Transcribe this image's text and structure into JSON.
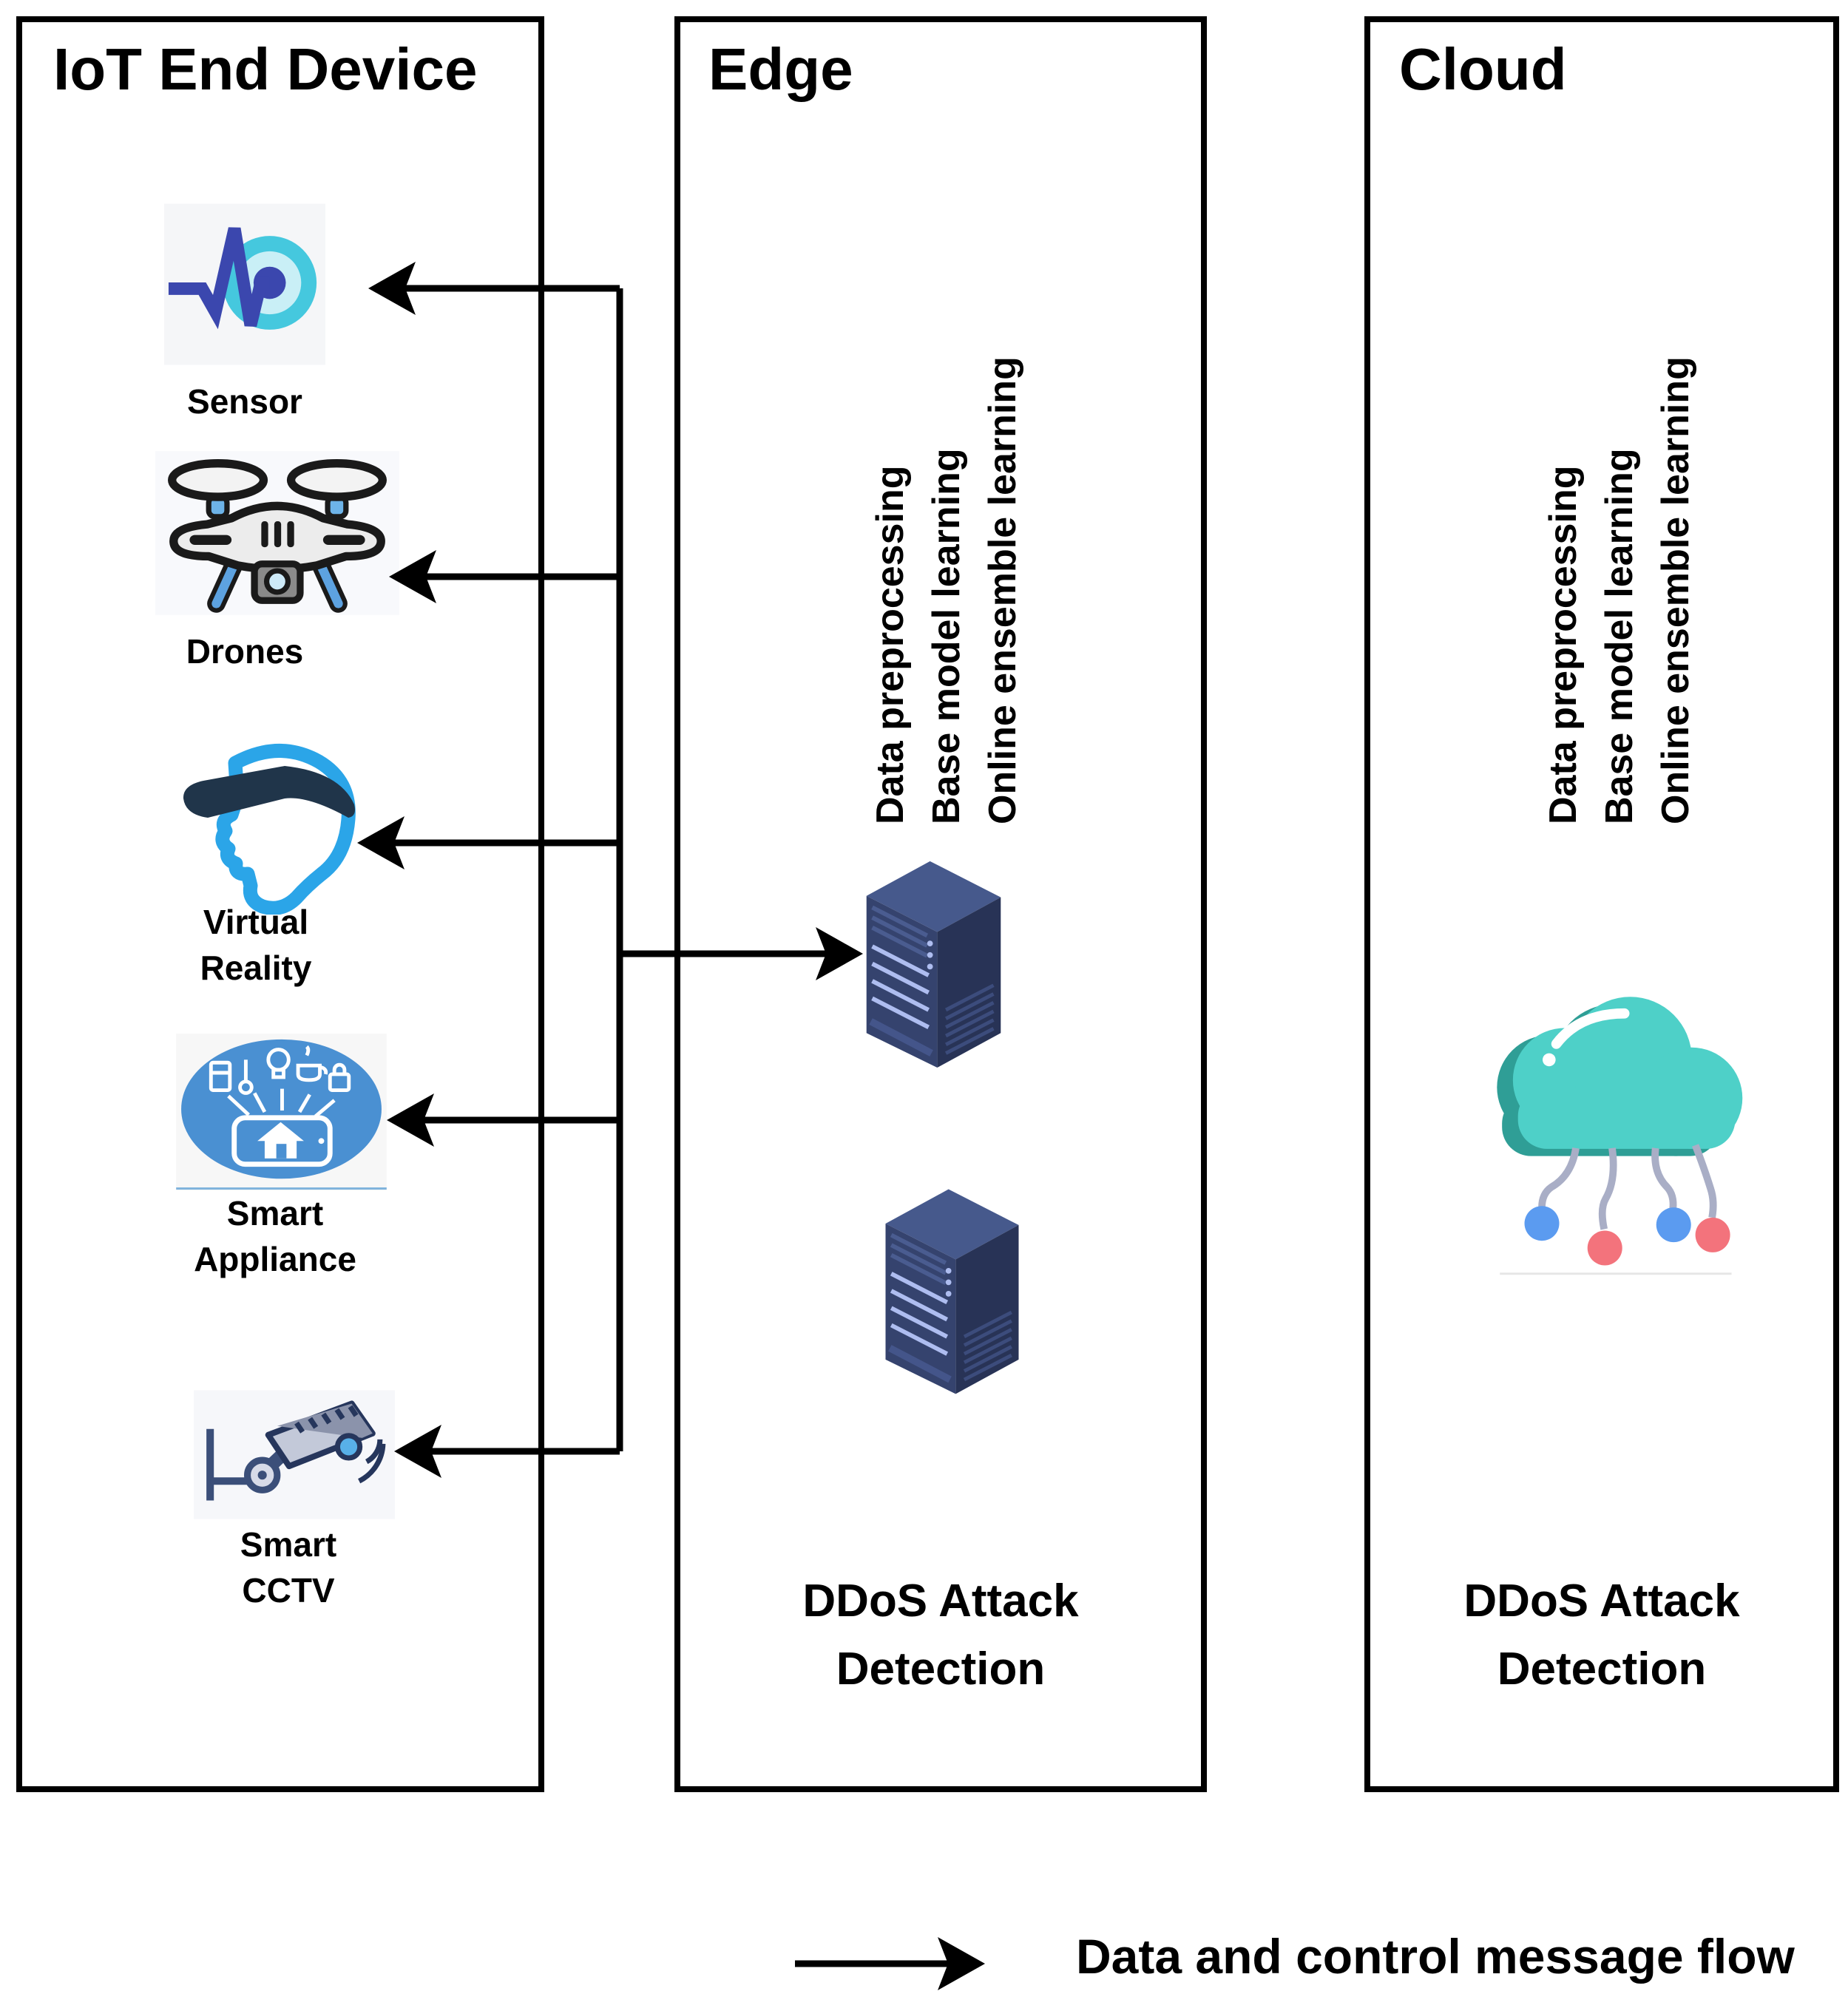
{
  "panels": {
    "iot": {
      "title": "IoT End Device",
      "devices": [
        {
          "id": "sensor",
          "lines": [
            "Sensor"
          ]
        },
        {
          "id": "drones",
          "lines": [
            "Drones"
          ]
        },
        {
          "id": "virtual-reality",
          "lines": [
            "Virtual",
            "Reality"
          ]
        },
        {
          "id": "smart-appliance",
          "lines": [
            "Smart",
            "Appliance"
          ]
        },
        {
          "id": "smart-cctv",
          "lines": [
            "Smart",
            "CCTV"
          ]
        }
      ]
    },
    "edge": {
      "title": "Edge",
      "process": [
        "Data preprocessing",
        "Base model learning",
        "Online ensemble learning"
      ],
      "caption_lines": [
        "DDoS Attack",
        "Detection"
      ]
    },
    "cloud": {
      "title": "Cloud",
      "process": [
        "Data preprocessing",
        "Base model learning",
        "Online ensemble learning"
      ],
      "caption_lines": [
        "DDoS Attack",
        "Detection"
      ]
    }
  },
  "legend": {
    "label": "Data and control message flow"
  },
  "colors": {
    "line": "#000000",
    "server_front": "#35436e",
    "server_top": "#46598c",
    "server_side": "#283356",
    "server_stripe": "#aebdf0",
    "cloud_teal": "#4ed0c8",
    "cloud_shadow": "#2f9e96",
    "node_blue": "#5b9bf0",
    "node_red": "#f3737c",
    "appliance_blue": "#4a90d2",
    "pulse_blue": "#3b47ae",
    "target_teal": "#45c8de",
    "vr_blue": "#2ba5e8",
    "headset_navy": "#20354a"
  }
}
